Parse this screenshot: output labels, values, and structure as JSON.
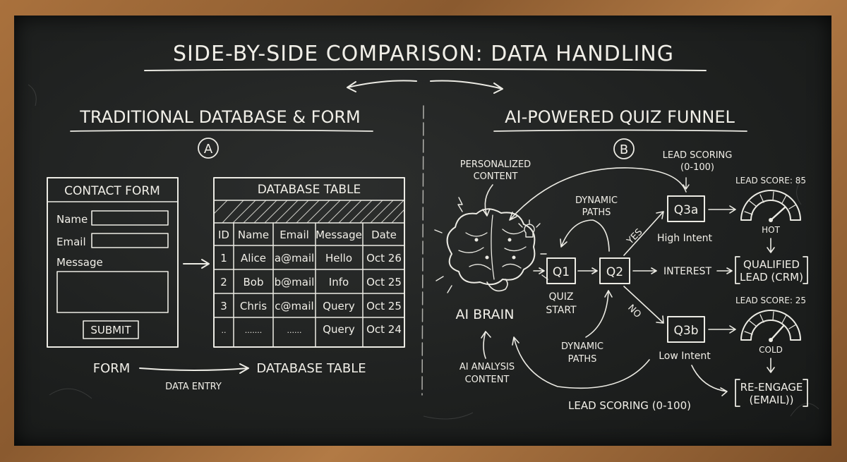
{
  "title": "SIDE-BY-SIDE COMPARISON: DATA HANDLING",
  "left": {
    "heading": "TRADITIONAL DATABASE & FORM",
    "badge": "A",
    "form": {
      "title": "CONTACT FORM",
      "name_label": "Name",
      "email_label": "Email",
      "message_label": "Message",
      "submit_label": "SUBMIT"
    },
    "table": {
      "title": "DATABASE TABLE",
      "columns": [
        "ID",
        "Name",
        "Email",
        "Message",
        "Date"
      ],
      "rows": [
        [
          "1",
          "Alice",
          "a@mail",
          "Hello",
          "Oct 26"
        ],
        [
          "2",
          "Bob",
          "b@mail",
          "Info",
          "Oct 25"
        ],
        [
          "3",
          "Chris",
          "c@mail",
          "Query",
          "Oct 25"
        ],
        [
          "..",
          ".......",
          "......",
          "Query",
          "Oct 24"
        ]
      ]
    },
    "flow": {
      "from": "FORM",
      "to": "DATABASE TABLE",
      "edge_label": "DATA ENTRY"
    }
  },
  "right": {
    "heading": "AI-POWERED QUIZ FUNNEL",
    "badge": "B",
    "brain_label": "AI BRAIN",
    "personalized": [
      "PERSONALIZED",
      "CONTENT"
    ],
    "ai_analysis": [
      "AI ANALYSIS",
      "CONTENT"
    ],
    "dynamic_paths_top": [
      "DYNAMIC",
      "PATHS"
    ],
    "dynamic_paths_bottom": [
      "DYNAMIC",
      "PATHS"
    ],
    "lead_scoring_top": [
      "LEAD SCORING",
      "(0-100)"
    ],
    "lead_scoring_bottom": "LEAD SCORING (0-100)",
    "q1": "Q1",
    "quiz_start": [
      "QUIZ",
      "START"
    ],
    "q2": "Q2",
    "q3a": "Q3a",
    "q3b": "Q3b",
    "high_intent": "High Intent",
    "low_intent": "Low Intent",
    "yes_label": "YES",
    "no_label": "NO",
    "interest_label": "INTEREST",
    "lead_score_hot": "LEAD SCORE: 85",
    "lead_score_cold": "LEAD SCORE: 25",
    "hot_label": "HOT",
    "cold_label": "COLD",
    "qualified": [
      "QUALIFIED",
      "LEAD (CRM)"
    ],
    "reengage": [
      "RE-ENGAGE",
      "(EMAIL))"
    ]
  }
}
